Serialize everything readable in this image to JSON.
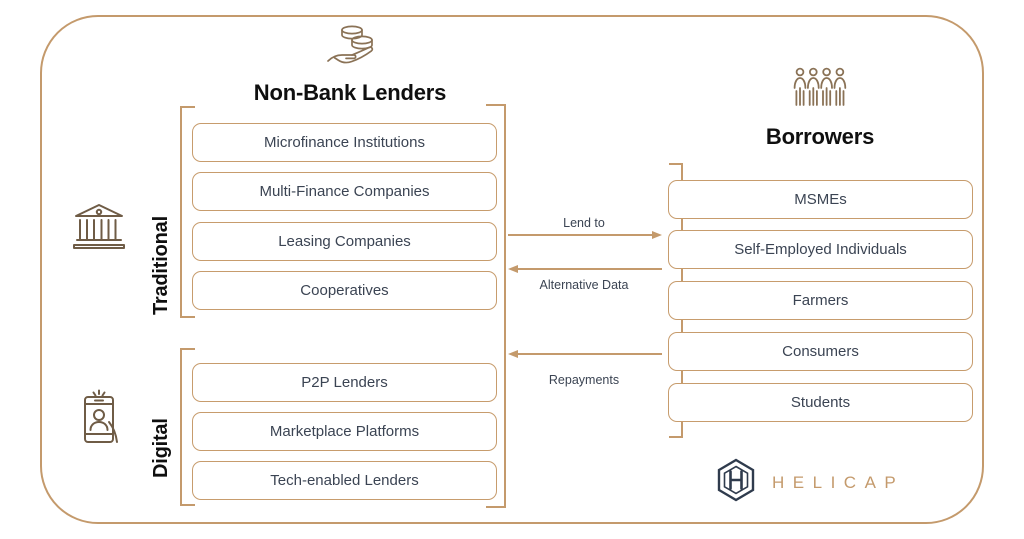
{
  "theme": {
    "accent": "#c49a6c",
    "box_border": "#c79c6d",
    "text": "#3b4453",
    "heading": "#0f0f0f",
    "logo_mark": "#2f3b4d",
    "logo_word": "#c49a6c",
    "background": "#ffffff"
  },
  "lenders": {
    "title": "Non-Bank Lenders",
    "icon": "hand-holding-coins-icon",
    "groups": [
      {
        "label": "Traditional",
        "icon": "bank-building-icon",
        "items": [
          "Microfinance Institutions",
          "Multi-Finance Companies",
          "Leasing Companies",
          "Cooperatives"
        ]
      },
      {
        "label": "Digital",
        "icon": "mobile-profile-icon",
        "items": [
          "P2P Lenders",
          "Marketplace Platforms",
          "Tech-enabled Lenders"
        ]
      }
    ]
  },
  "borrowers": {
    "title": "Borrowers",
    "icon": "group-of-people-icon",
    "items": [
      "MSMEs",
      "Self-Employed Individuals",
      "Farmers",
      "Consumers",
      "Students"
    ]
  },
  "flows": [
    {
      "label": "Lend to",
      "direction": "right"
    },
    {
      "label": "Alternative Data",
      "direction": "left"
    },
    {
      "label": "Repayments",
      "direction": "left"
    }
  ],
  "brand": {
    "name": "HELICAP",
    "mark": "helicap-hexagon-logo-icon"
  }
}
